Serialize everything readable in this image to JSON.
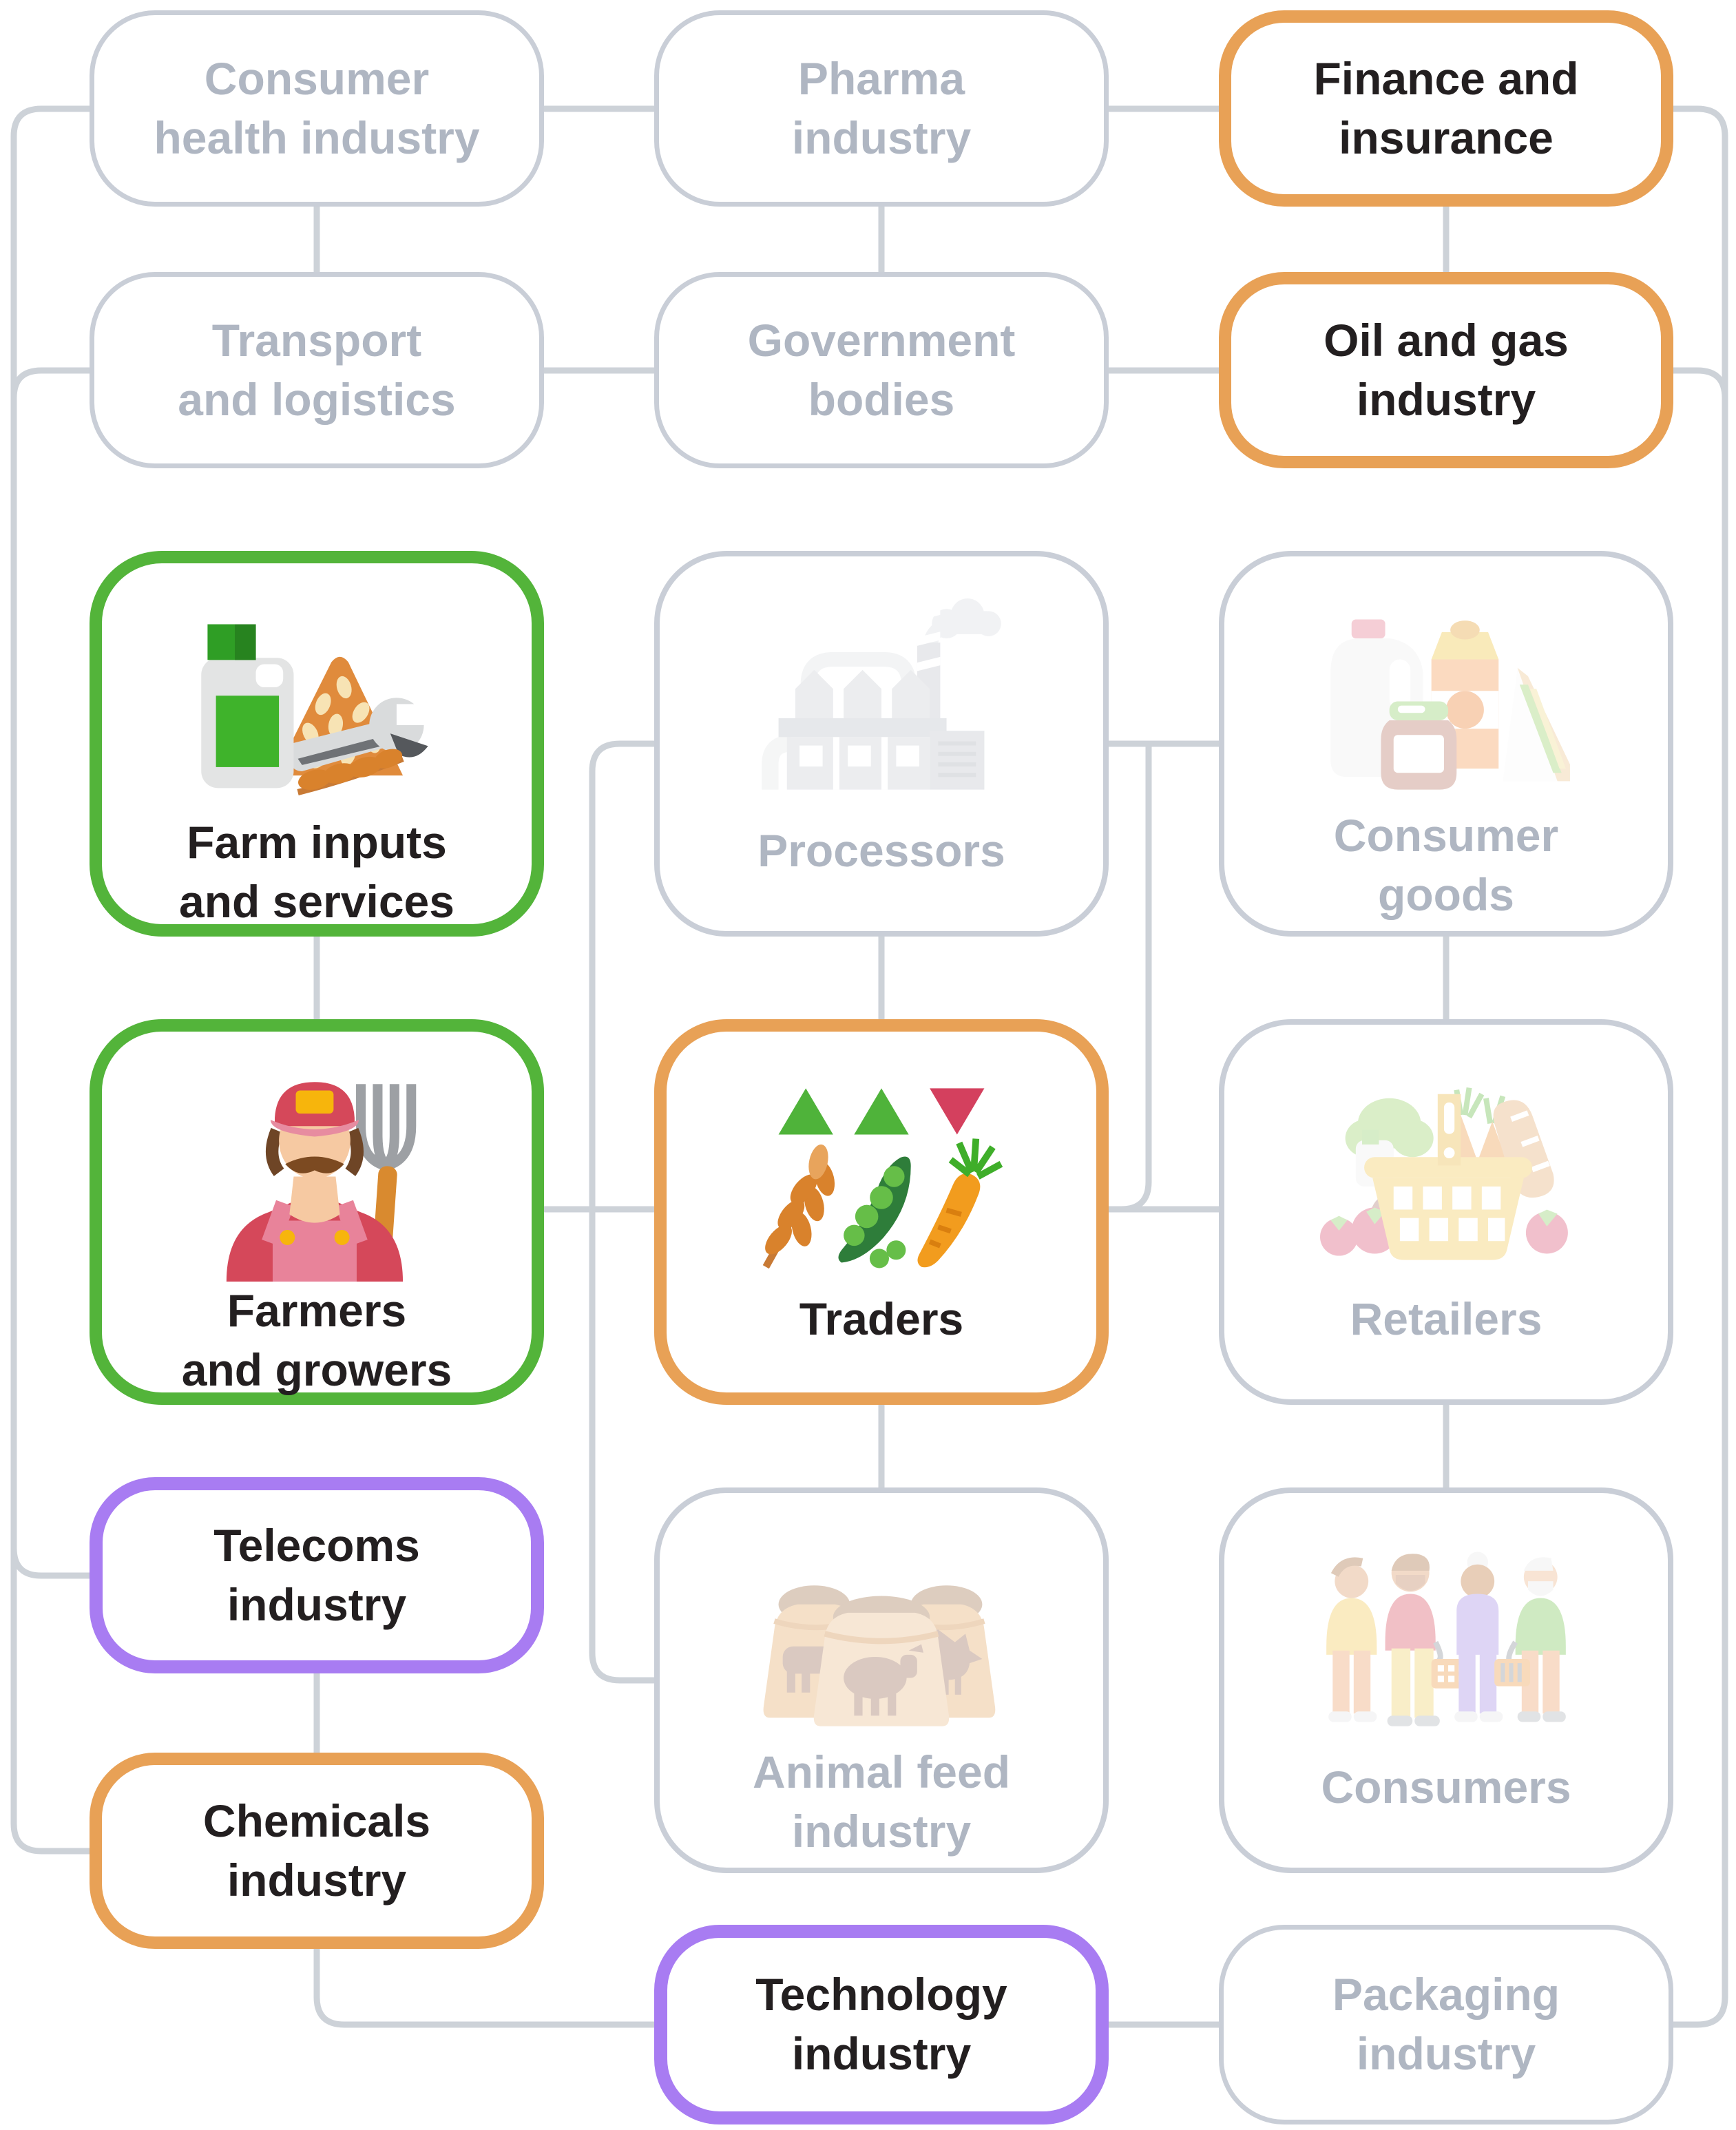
{
  "diagram": {
    "description": "Agri-food value chain ecosystem diagram with highlighted and dimmed industry nodes",
    "colors": {
      "highlight_green": "#53B43A",
      "highlight_orange": "#E8A156",
      "highlight_purple": "#A87CF2",
      "inactive_border": "#C9CED7",
      "connector_line": "#CDD2D8",
      "active_text": "#231F20",
      "inactive_text": "#AFB6C2",
      "triangle_up_green": "#4FB33A",
      "triangle_down_red": "#D4405E"
    },
    "nodes": {
      "consumer_health": {
        "label": "Consumer\nhealth industry",
        "state": "inactive",
        "icon": null
      },
      "pharma": {
        "label": "Pharma\nindustry",
        "state": "inactive",
        "icon": null
      },
      "finance": {
        "label": "Finance and\ninsurance",
        "state": "highlight-orange",
        "icon": null
      },
      "transport": {
        "label": "Transport\nand logistics",
        "state": "inactive",
        "icon": null
      },
      "government": {
        "label": "Government\nbodies",
        "state": "inactive",
        "icon": null
      },
      "oil_gas": {
        "label": "Oil and gas\nindustry",
        "state": "highlight-orange",
        "icon": null
      },
      "farm_inputs": {
        "label": "Farm inputs\nand services",
        "state": "highlight-green",
        "icon": "farm-supplies-icon"
      },
      "processors": {
        "label": "Processors",
        "state": "inactive",
        "icon": "factory-icon"
      },
      "consumer_goods": {
        "label": "Consumer\ngoods",
        "state": "inactive",
        "icon": "groceries-icon"
      },
      "farmers": {
        "label": "Farmers\nand growers",
        "state": "highlight-green",
        "icon": "farmer-icon"
      },
      "traders": {
        "label": "Traders",
        "state": "highlight-orange",
        "icon": "produce-trading-icon"
      },
      "retailers": {
        "label": "Retailers",
        "state": "inactive",
        "icon": "shopping-basket-icon"
      },
      "telecoms": {
        "label": "Telecoms\nindustry",
        "state": "highlight-purple",
        "icon": null
      },
      "animal_feed": {
        "label": "Animal feed\nindustry",
        "state": "inactive",
        "icon": "feed-sacks-icon"
      },
      "consumers": {
        "label": "Consumers",
        "state": "inactive",
        "icon": "shoppers-icon"
      },
      "chemicals": {
        "label": "Chemicals\nindustry",
        "state": "highlight-orange",
        "icon": null
      },
      "technology": {
        "label": "Technology\nindustry",
        "state": "highlight-purple",
        "icon": null
      },
      "packaging": {
        "label": "Packaging\nindustry",
        "state": "inactive",
        "icon": null
      }
    },
    "edges": [
      [
        "consumer_health",
        "pharma"
      ],
      [
        "pharma",
        "finance"
      ],
      [
        "consumer_health",
        "transport"
      ],
      [
        "pharma",
        "government"
      ],
      [
        "finance",
        "oil_gas"
      ],
      [
        "transport",
        "government"
      ],
      [
        "government",
        "oil_gas"
      ],
      [
        "consumer_health",
        "telecoms_left_bus"
      ],
      [
        "transport",
        "telecoms_left_bus"
      ],
      [
        "telecoms_left_bus",
        "telecoms"
      ],
      [
        "telecoms_left_bus",
        "chemicals"
      ],
      [
        "finance",
        "packaging_right_bus"
      ],
      [
        "oil_gas",
        "packaging_right_bus"
      ],
      [
        "packaging_right_bus",
        "packaging"
      ],
      [
        "farm_inputs",
        "farmers"
      ],
      [
        "processors",
        "traders"
      ],
      [
        "consumer_goods",
        "retailers"
      ],
      [
        "processors",
        "consumer_goods"
      ],
      [
        "processors",
        "animal_feed"
      ],
      [
        "farmers",
        "traders"
      ],
      [
        "traders",
        "retailers"
      ],
      [
        "consumer_goods_rail",
        "traders_rail"
      ],
      [
        "traders",
        "animal_feed"
      ],
      [
        "retailers",
        "consumers"
      ],
      [
        "telecoms",
        "chemicals"
      ],
      [
        "chemicals",
        "technology"
      ],
      [
        "technology",
        "packaging"
      ]
    ]
  }
}
